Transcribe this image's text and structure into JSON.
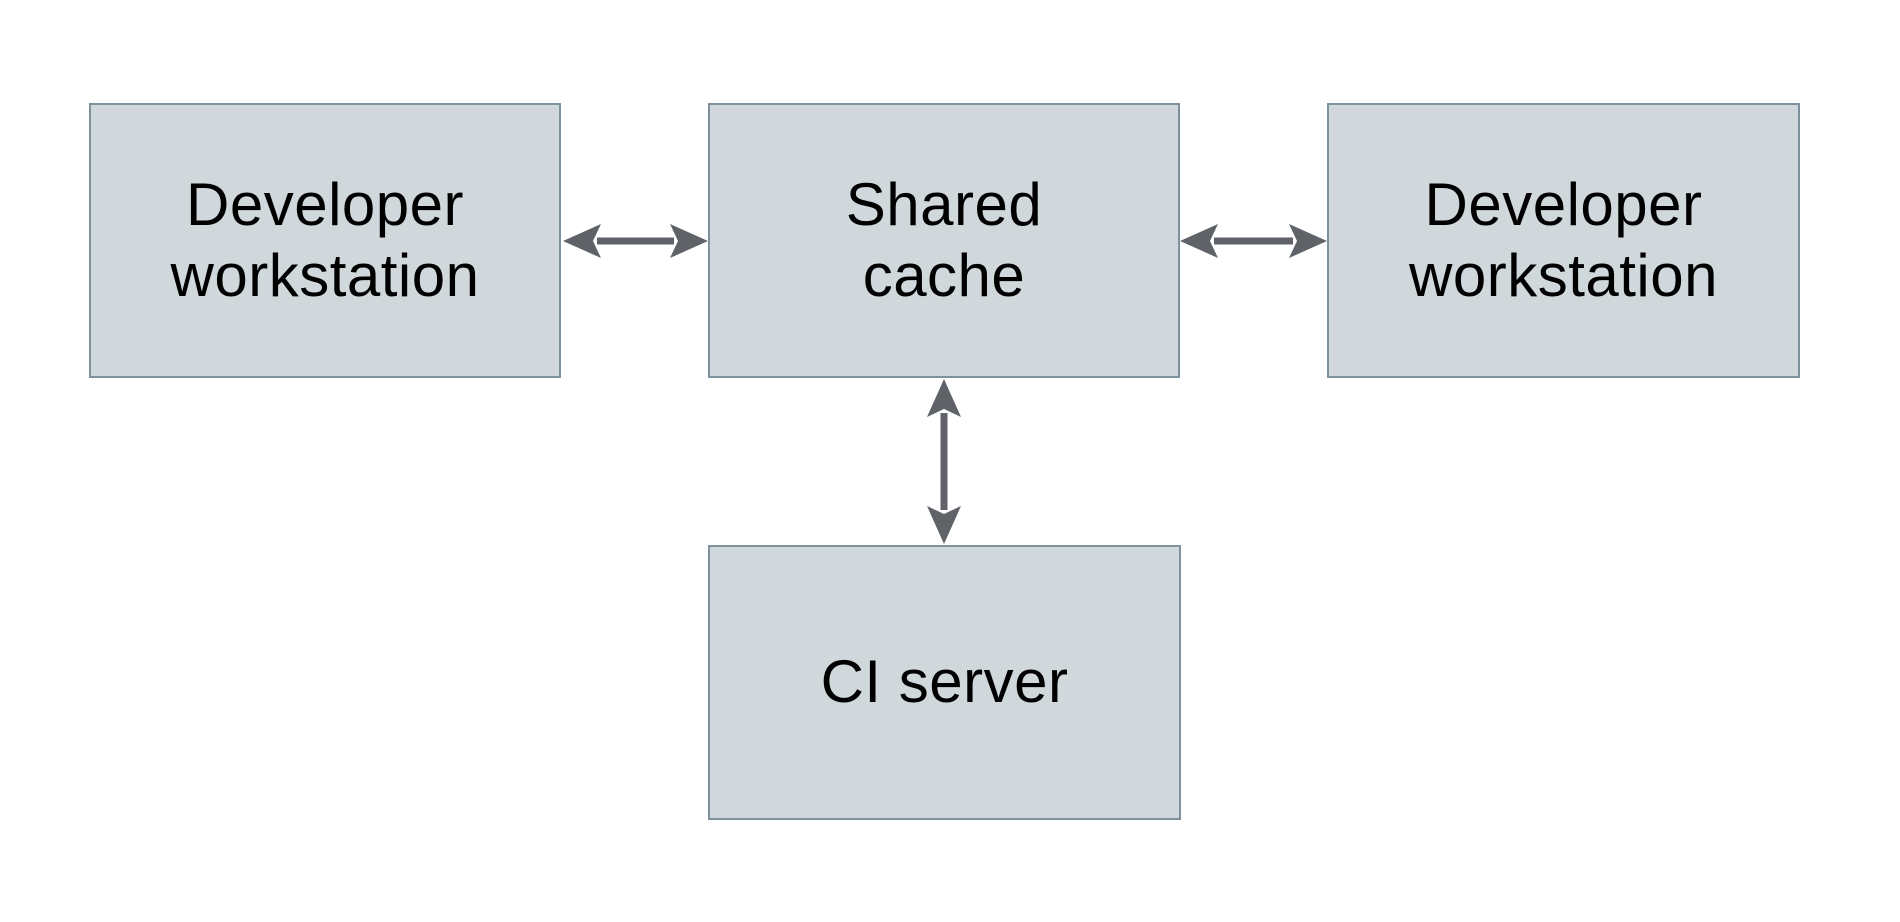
{
  "diagram": {
    "colors": {
      "background": "#ffffff",
      "node_fill": "#d0d8db",
      "node_border": "#7d929c",
      "arrow": "#5f6368",
      "text": "#000000"
    },
    "nodes": [
      {
        "id": "developer-workstation-left",
        "label": "Developer workstation",
        "lines": [
          "Developer",
          "workstation"
        ]
      },
      {
        "id": "shared-cache",
        "label": "Shared cache",
        "lines": [
          "Shared",
          "cache"
        ]
      },
      {
        "id": "developer-workstation-right",
        "label": "Developer workstation",
        "lines": [
          "Developer",
          "workstation"
        ]
      },
      {
        "id": "ci-server",
        "label": "CI server",
        "lines": [
          "CI server"
        ]
      }
    ],
    "edges": [
      {
        "from": "developer-workstation-left",
        "to": "shared-cache",
        "type": "bidirectional"
      },
      {
        "from": "shared-cache",
        "to": "developer-workstation-right",
        "type": "bidirectional"
      },
      {
        "from": "shared-cache",
        "to": "ci-server",
        "type": "bidirectional"
      }
    ]
  }
}
